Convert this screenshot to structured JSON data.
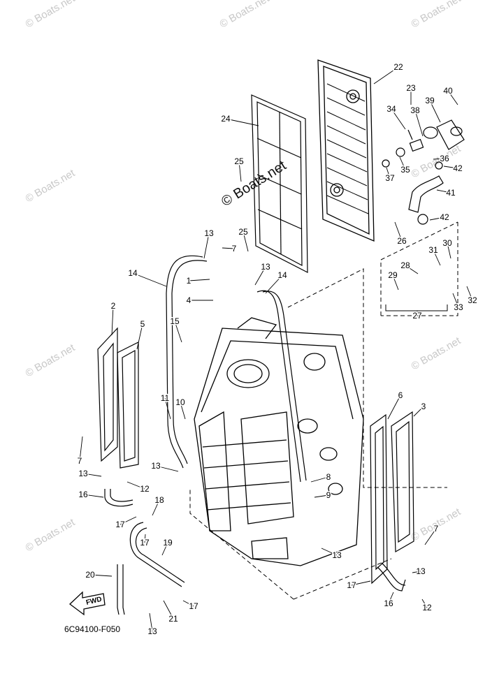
{
  "diagram": {
    "code": "6C94100-F050",
    "fwd_label": "FWD",
    "watermark": "© Boats.net",
    "part_numbers": [
      "2",
      "3",
      "5",
      "6",
      "7",
      "8",
      "9",
      "10",
      "11",
      "12",
      "13",
      "14",
      "15",
      "16",
      "17",
      "18",
      "19",
      "20",
      "21",
      "22",
      "23",
      "24",
      "25",
      "26",
      "27",
      "28",
      "29",
      "30",
      "31",
      "32",
      "33",
      "34",
      "35",
      "36",
      "37",
      "38",
      "39",
      "40",
      "41",
      "42"
    ],
    "callouts": [
      {
        "text": "22"
      },
      {
        "text": "23"
      },
      {
        "text": "40"
      },
      {
        "text": "39"
      },
      {
        "text": "34"
      },
      {
        "text": "38"
      },
      {
        "text": "24"
      },
      {
        "text": "36"
      },
      {
        "text": "35"
      },
      {
        "text": "37"
      },
      {
        "text": "42"
      },
      {
        "text": "41"
      },
      {
        "text": "25"
      },
      {
        "text": "42"
      },
      {
        "text": "13"
      },
      {
        "text": "25"
      },
      {
        "text": "26"
      },
      {
        "text": "7"
      },
      {
        "text": "30"
      },
      {
        "text": "31"
      },
      {
        "text": "28"
      },
      {
        "text": "13"
      },
      {
        "text": "14"
      },
      {
        "text": "14"
      },
      {
        "text": "1"
      },
      {
        "text": "29"
      },
      {
        "text": "32"
      },
      {
        "text": "33"
      },
      {
        "text": "4"
      },
      {
        "text": "27"
      },
      {
        "text": "2"
      },
      {
        "text": "15"
      },
      {
        "text": "5"
      },
      {
        "text": "11"
      },
      {
        "text": "10"
      },
      {
        "text": "6"
      },
      {
        "text": "3"
      },
      {
        "text": "7"
      },
      {
        "text": "13"
      },
      {
        "text": "8"
      },
      {
        "text": "13"
      },
      {
        "text": "12"
      },
      {
        "text": "16"
      },
      {
        "text": "9"
      },
      {
        "text": "18"
      },
      {
        "text": "17"
      },
      {
        "text": "17"
      },
      {
        "text": "19"
      },
      {
        "text": "7"
      },
      {
        "text": "13"
      },
      {
        "text": "13"
      },
      {
        "text": "20"
      },
      {
        "text": "17"
      },
      {
        "text": "16"
      },
      {
        "text": "17"
      },
      {
        "text": "12"
      },
      {
        "text": "21"
      },
      {
        "text": "13"
      }
    ]
  }
}
